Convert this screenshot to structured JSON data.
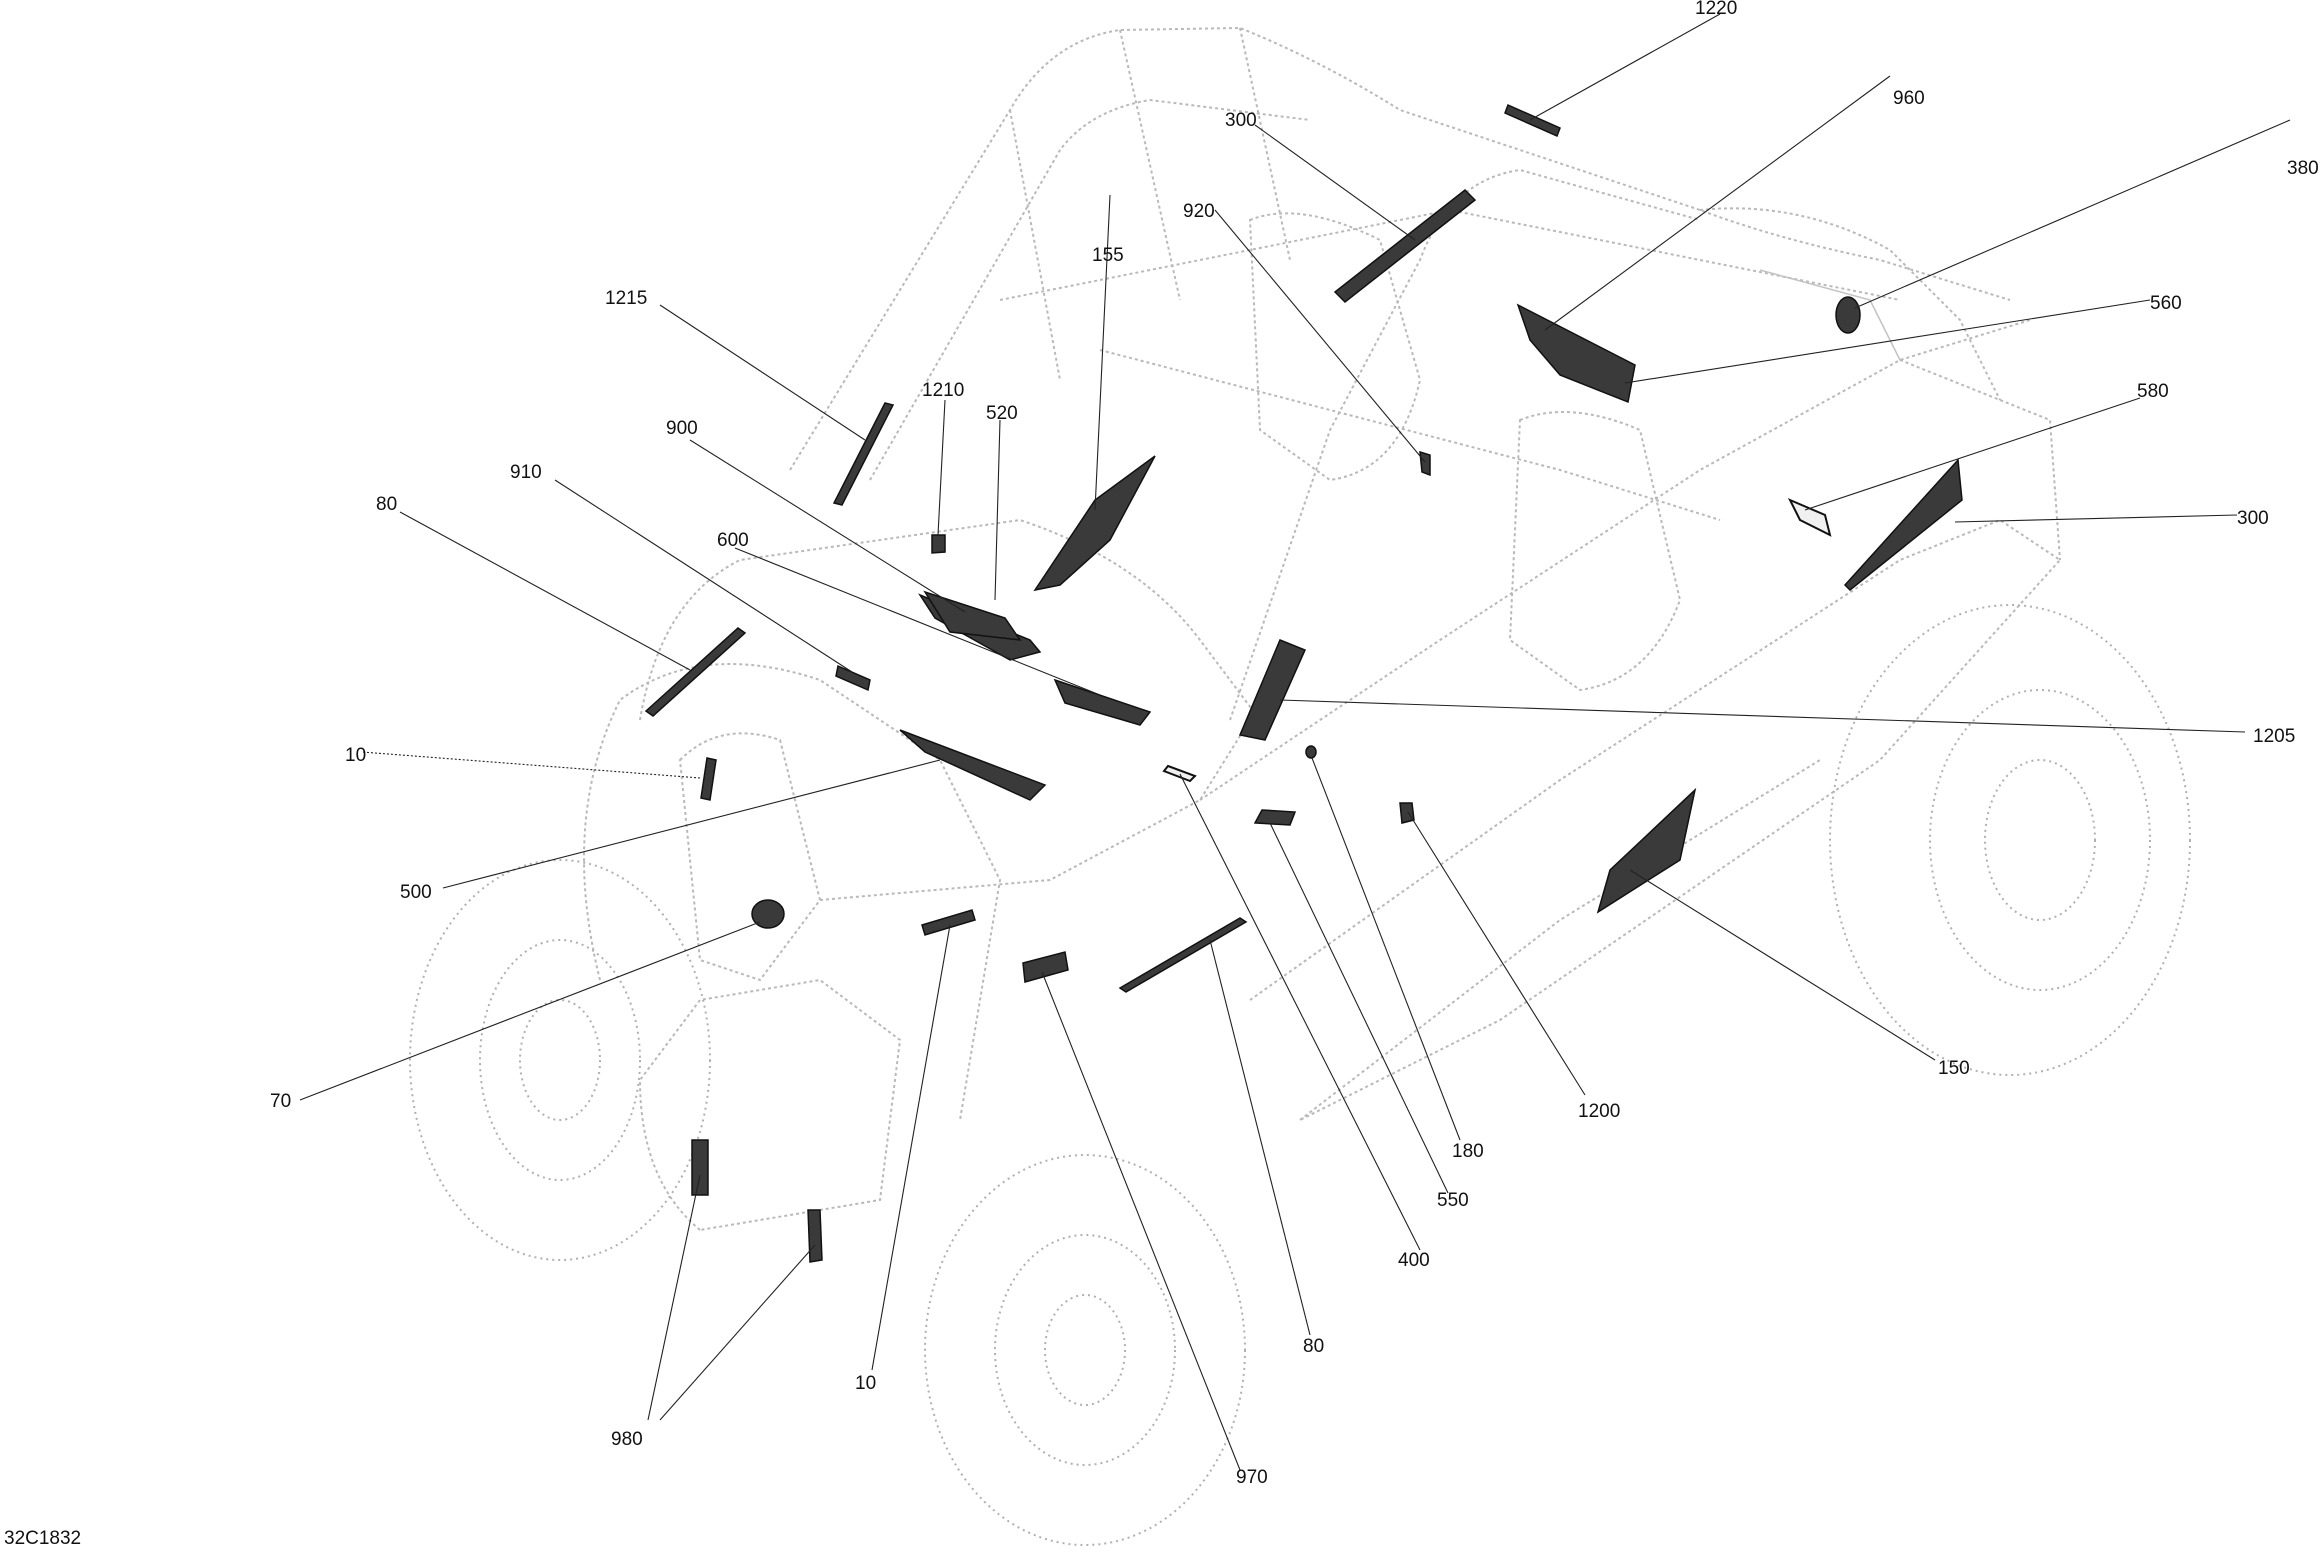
{
  "drawing_code": "32C1832",
  "callouts": [
    {
      "id": "c-1220",
      "label": "1220"
    },
    {
      "id": "c-960",
      "label": "960"
    },
    {
      "id": "c-380",
      "label": "380"
    },
    {
      "id": "c-300-top",
      "label": "300"
    },
    {
      "id": "c-920",
      "label": "920"
    },
    {
      "id": "c-155",
      "label": "155"
    },
    {
      "id": "c-560",
      "label": "560"
    },
    {
      "id": "c-580",
      "label": "580"
    },
    {
      "id": "c-300-right",
      "label": "300"
    },
    {
      "id": "c-1215",
      "label": "1215"
    },
    {
      "id": "c-1210",
      "label": "1210"
    },
    {
      "id": "c-520",
      "label": "520"
    },
    {
      "id": "c-900",
      "label": "900"
    },
    {
      "id": "c-910",
      "label": "910"
    },
    {
      "id": "c-80-left",
      "label": "80"
    },
    {
      "id": "c-600",
      "label": "600"
    },
    {
      "id": "c-1205",
      "label": "1205"
    },
    {
      "id": "c-10-left",
      "label": "10"
    },
    {
      "id": "c-500",
      "label": "500"
    },
    {
      "id": "c-70",
      "label": "70"
    },
    {
      "id": "c-150",
      "label": "150"
    },
    {
      "id": "c-1200",
      "label": "1200"
    },
    {
      "id": "c-180",
      "label": "180"
    },
    {
      "id": "c-550",
      "label": "550"
    },
    {
      "id": "c-400",
      "label": "400"
    },
    {
      "id": "c-80-bottom",
      "label": "80"
    },
    {
      "id": "c-10-bottom",
      "label": "10"
    },
    {
      "id": "c-980",
      "label": "980"
    },
    {
      "id": "c-970",
      "label": "970"
    }
  ]
}
